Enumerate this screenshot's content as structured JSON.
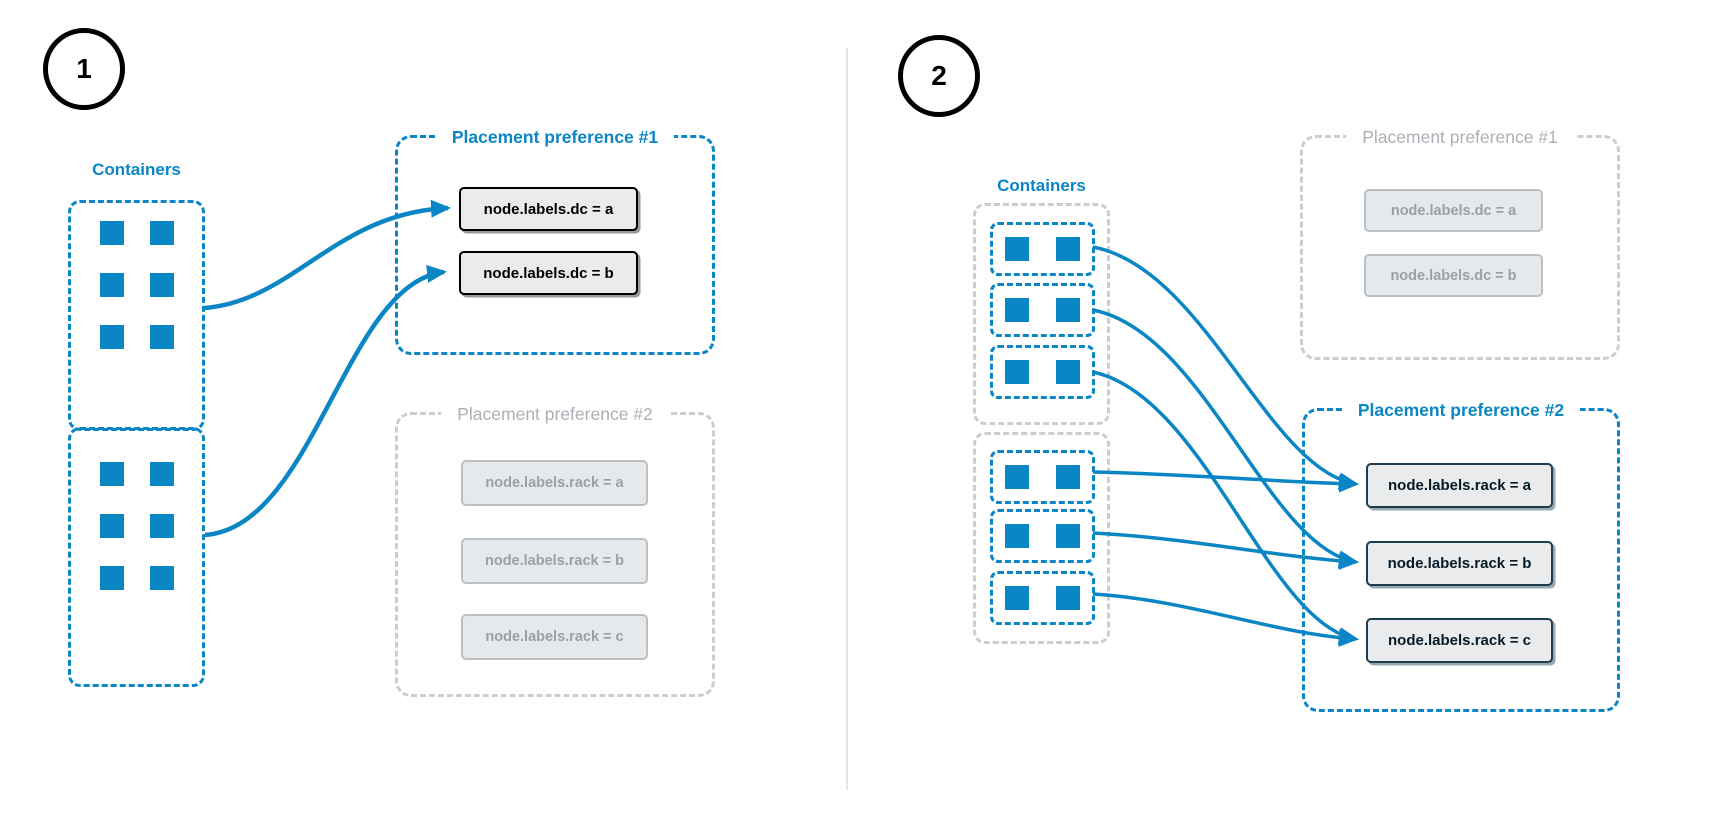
{
  "colors": {
    "accent_blue": "#0b86c4",
    "inactive_gray": "#cbced1",
    "active_box_border_left": "#000000",
    "active_box_border_right": "#1e3d4f",
    "box_fill": "#e9ebed"
  },
  "panels": [
    {
      "step_number": "1",
      "containers_label": "Containers",
      "container_groups": [
        {
          "name": "container-group-1",
          "squares": 6
        },
        {
          "name": "container-group-2",
          "squares": 6
        }
      ],
      "preference1": {
        "title": "Placement preference #1",
        "state": "active",
        "labels": [
          "node.labels.dc = a",
          "node.labels.dc = b"
        ]
      },
      "preference2": {
        "title": "Placement preference #2",
        "state": "inactive",
        "labels": [
          "node.labels.rack = a",
          "node.labels.rack = b",
          "node.labels.rack = c"
        ]
      },
      "arrows": [
        {
          "from": "container-group-1",
          "to": "node.labels.dc = a"
        },
        {
          "from": "container-group-2",
          "to": "node.labels.dc = b"
        }
      ]
    },
    {
      "step_number": "2",
      "containers_label": "Containers",
      "container_groups": [
        {
          "name": "container-group-1",
          "sub_boxes": 3,
          "squares_per_box": 2
        },
        {
          "name": "container-group-2",
          "sub_boxes": 3,
          "squares_per_box": 2
        }
      ],
      "preference1": {
        "title": "Placement preference #1",
        "state": "inactive",
        "labels": [
          "node.labels.dc = a",
          "node.labels.dc = b"
        ]
      },
      "preference2": {
        "title": "Placement preference #2",
        "state": "active",
        "labels": [
          "node.labels.rack = a",
          "node.labels.rack = b",
          "node.labels.rack = c"
        ]
      },
      "arrows": [
        {
          "from": "container-box-1",
          "to": "node.labels.rack = a"
        },
        {
          "from": "container-box-2",
          "to": "node.labels.rack = b"
        },
        {
          "from": "container-box-3",
          "to": "node.labels.rack = c"
        },
        {
          "from": "container-box-4",
          "to": "node.labels.rack = a"
        },
        {
          "from": "container-box-5",
          "to": "node.labels.rack = b"
        },
        {
          "from": "container-box-6",
          "to": "node.labels.rack = c"
        }
      ]
    }
  ]
}
